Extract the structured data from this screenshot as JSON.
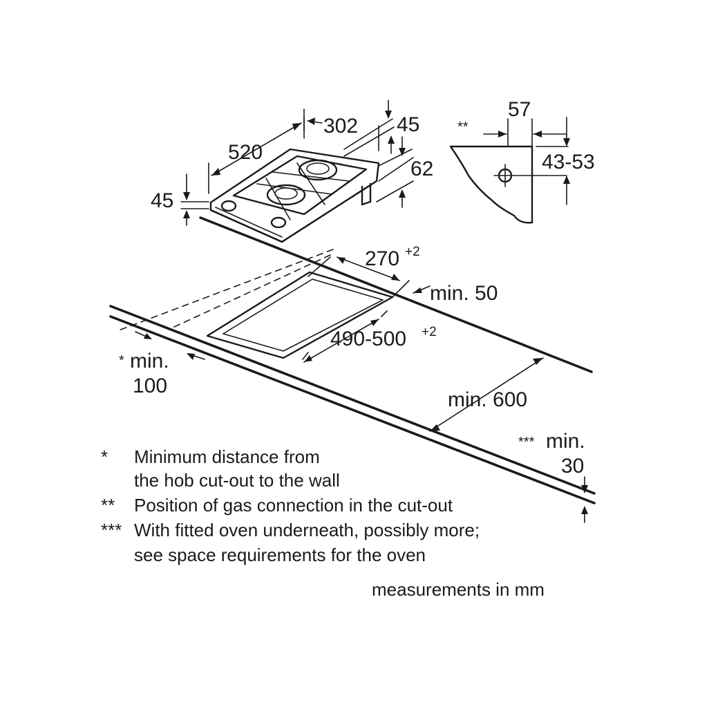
{
  "hob_dimensions": {
    "width": "302",
    "depth": "520",
    "height_top": "45",
    "height_side": "45",
    "body_depth": "62"
  },
  "connection_detail": {
    "marker": "**",
    "offset": "57",
    "height_range": "43-53"
  },
  "cutout": {
    "width": "270",
    "width_tolerance": "+2",
    "depth": "490-500",
    "depth_tolerance": "+2",
    "rear_min_label": "min. 50",
    "wall_min_marker": "*",
    "wall_min_label": "min.",
    "wall_min_value": "100",
    "worktop_min_label": "min. 600",
    "under_min_marker": "***",
    "under_min_label": "min.",
    "under_min_value": "30"
  },
  "notes": [
    {
      "marker": "*",
      "lines": [
        "Minimum distance from",
        "the hob cut-out to the wall"
      ]
    },
    {
      "marker": "**",
      "lines": [
        "Position of gas connection in the cut-out"
      ]
    },
    {
      "marker": "***",
      "lines": [
        "With fitted oven underneath, possibly more;",
        "see space requirements for the oven"
      ]
    }
  ],
  "units_note": "measurements in mm"
}
